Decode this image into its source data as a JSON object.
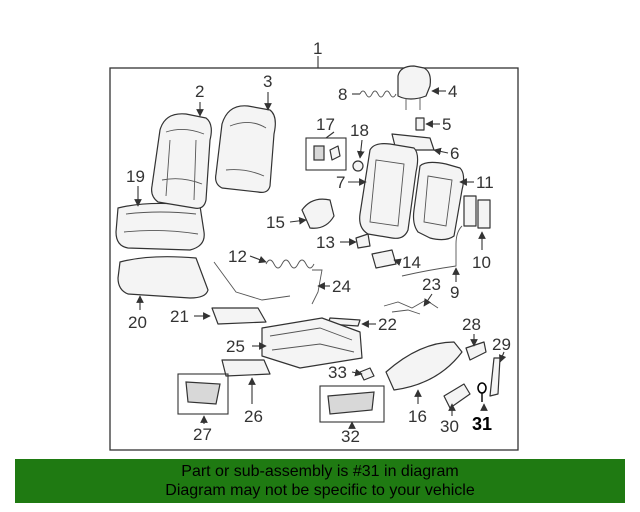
{
  "diagram": {
    "callouts": [
      "1",
      "2",
      "3",
      "4",
      "5",
      "6",
      "7",
      "8",
      "9",
      "10",
      "11",
      "12",
      "13",
      "14",
      "15",
      "16",
      "17",
      "18",
      "19",
      "20",
      "21",
      "22",
      "23",
      "24",
      "25",
      "26",
      "27",
      "28",
      "29",
      "30",
      "31",
      "32",
      "33"
    ],
    "highlighted": "31"
  },
  "banner": {
    "line1": "Part or sub-assembly is #31 in diagram",
    "line2": "Diagram may not be specific to your vehicle",
    "color": "#1f7a12"
  }
}
